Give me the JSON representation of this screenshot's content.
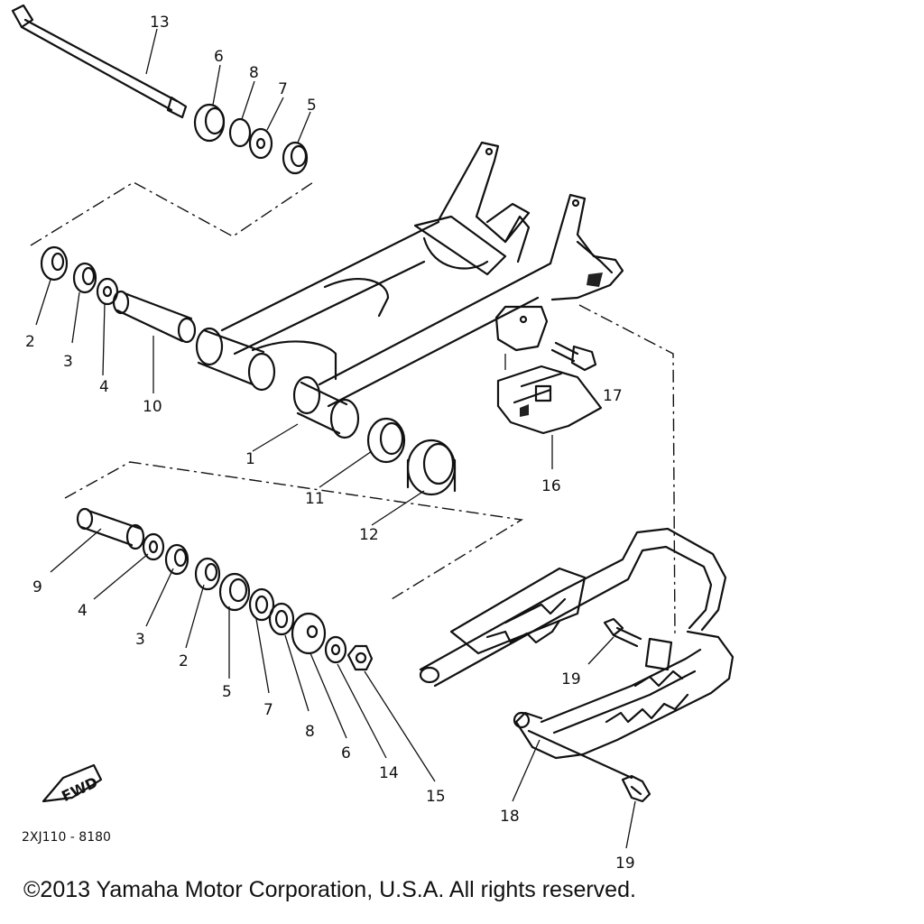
{
  "callouts": [
    "13",
    "6",
    "8",
    "7",
    "5",
    "2",
    "3",
    "4",
    "10",
    "1",
    "11",
    "12",
    "17",
    "16",
    "9",
    "4",
    "3",
    "2",
    "5",
    "7",
    "8",
    "6",
    "14",
    "15",
    "19",
    "18",
    "19"
  ],
  "fwd_label": "FWD",
  "diagram_code": "2XJ110 - 8180",
  "copyright": "©2013 Yamaha Motor Corporation, U.S.A. All rights reserved."
}
